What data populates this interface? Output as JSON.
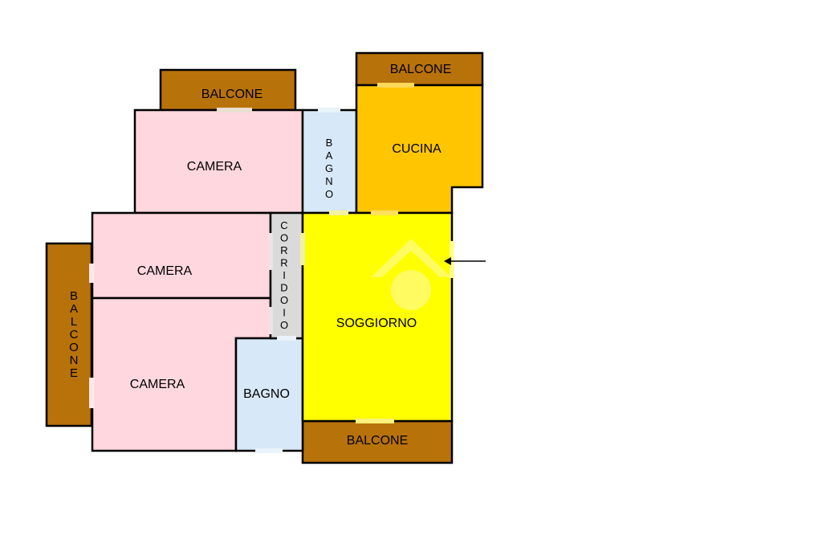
{
  "colors": {
    "balcony": "#B8720A",
    "bedroom": "#FFD7DE",
    "bathroom": "#D7E8F8",
    "corridor": "#DADADA",
    "kitchen": "#FFC600",
    "living": "#FFFF00",
    "wall": "#000000"
  },
  "rooms": {
    "balcone_top_left": "BALCONE",
    "balcone_top_right": "BALCONE",
    "balcone_left": "BALCONE",
    "balcone_bottom": "BALCONE",
    "camera_top": "CAMERA",
    "camera_middle": "CAMERA",
    "camera_bottom": "CAMERA",
    "bagno_top": "BAGNO",
    "bagno_bottom": "BAGNO",
    "corridoio": "CORRIDOIO",
    "cucina": "CUCINA",
    "soggiorno": "SOGGIORNO"
  },
  "icons": {
    "watermark": "house-watermark-icon",
    "entrance": "entrance-arrow-icon"
  }
}
